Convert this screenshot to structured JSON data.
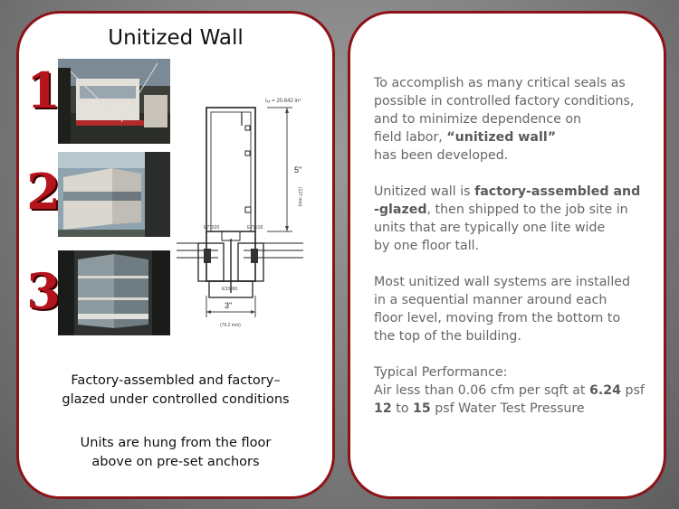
{
  "left_panel": {
    "title": "Unitized Wall",
    "steps": [
      "1",
      "2",
      "3"
    ],
    "caption_1": [
      "Factory-assembled and factory–",
      "glazed under controlled conditions"
    ],
    "caption_2": [
      "Units are hung from the floor",
      "above on pre-set anchors"
    ],
    "detail_labels": {
      "top_dim": "Iₓₓ = 20.642 in⁴",
      "height": "5\"",
      "height_mm": "(127 mm)",
      "width": "3\"",
      "width_mm": "(76.2 mm)",
      "part_a": "E71520",
      "part_b": "E71518",
      "part_c": "E33890"
    }
  },
  "right_panel": {
    "para1": {
      "l1": "To accomplish as many critical seals as",
      "l2": "possible in controlled factory conditions,",
      "l3": "and to minimize dependence on",
      "l4a": "field labor, ",
      "l4b": "“unitized wall”",
      "l5": "has been developed."
    },
    "para2": {
      "l1a": "Unitized wall is ",
      "l1b": "factory-assembled and",
      "l2a": "-glazed",
      "l2b": ", then shipped to the job site in",
      "l3": "units that are typically one lite wide",
      "l4": "by one floor tall."
    },
    "para3": {
      "l1": "Most unitized wall systems are installed",
      "l2": "in a sequential manner around each",
      "l3": "floor level, moving from the bottom to",
      "l4": "the top of the building."
    },
    "para4": {
      "l1": "Typical Performance:",
      "l2a": "Air less than 0.06 cfm per sqft at ",
      "l2b": "6.24",
      "l2c": " psf",
      "l3a": "12",
      "l3b": " to ",
      "l3c": "15",
      "l3d": " psf Water Test Pressure"
    }
  }
}
